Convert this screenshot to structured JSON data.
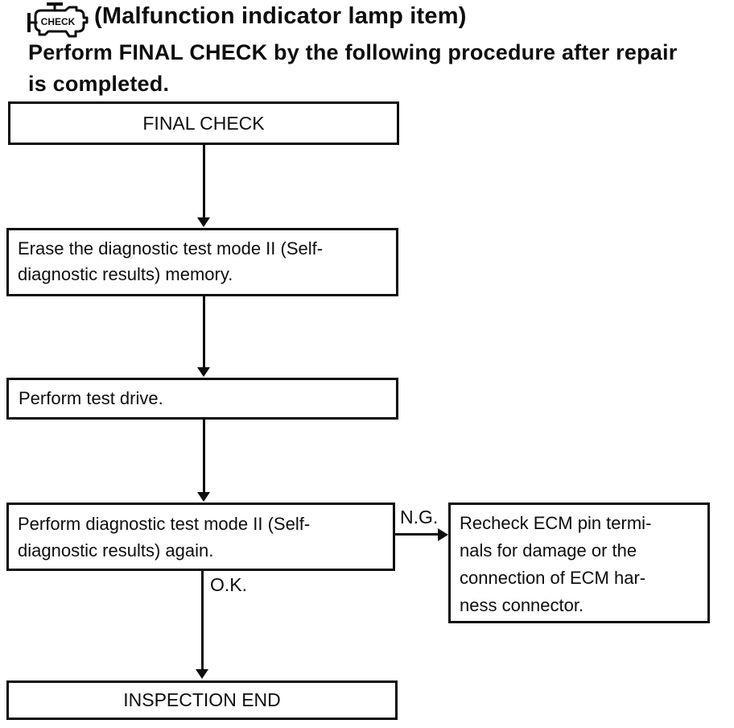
{
  "header": {
    "icon_label": "CHECK",
    "title": "(Malfunction indicator lamp item)",
    "instruction": "Perform FINAL CHECK by the following procedure after repair\nis completed."
  },
  "flowchart": {
    "final_check": "FINAL CHECK",
    "erase_memory": "Erase the diagnostic test mode II (Self-\ndiagnostic results) memory.",
    "test_drive": "Perform test drive.",
    "diagnostic_again": "Perform diagnostic test mode II (Self-\ndiagnostic results) again.",
    "recheck_ecm": "Recheck ECM pin termi-\nnals for damage or the\nconnection of ECM har-\nness connector.",
    "inspection_end": "INSPECTION END",
    "label_ok": "O.K.",
    "label_ng": "N.G."
  },
  "colors": {
    "ink": "#0d0d0d",
    "background": "#ffffff"
  }
}
